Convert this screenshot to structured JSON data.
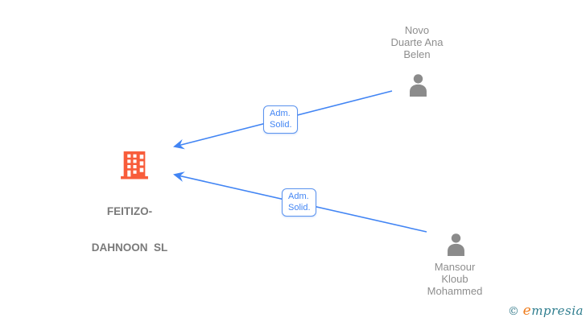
{
  "diagram": {
    "company": {
      "icon": "building-icon",
      "name_lines": [
        "FEITIZO-",
        "DAHNOON  SL"
      ]
    },
    "persons": [
      {
        "icon": "person-icon",
        "name_lines": [
          "Novo",
          "Duarte Ana",
          "Belen"
        ]
      },
      {
        "icon": "person-icon",
        "name_lines": [
          "Mansour",
          "Kloub",
          "Mohammed"
        ]
      }
    ],
    "edges": [
      {
        "label_lines": [
          "Adm.",
          "Solid."
        ]
      },
      {
        "label_lines": [
          "Adm.",
          "Solid."
        ]
      }
    ]
  },
  "watermark": {
    "copyright": "©",
    "brand_initial": "e",
    "brand_rest": "mpresia"
  },
  "colors": {
    "edge_blue": "#4285f4",
    "edge_label_border": "#5b93ee",
    "building_orange": "#f85c3a",
    "person_gray": "#8b8b8b",
    "person_text_gray": "#8e8e8e",
    "company_text_gray": "#7a7a7a",
    "watermark_teal": "#2e7d8e",
    "watermark_orange": "#ef7d1f"
  }
}
